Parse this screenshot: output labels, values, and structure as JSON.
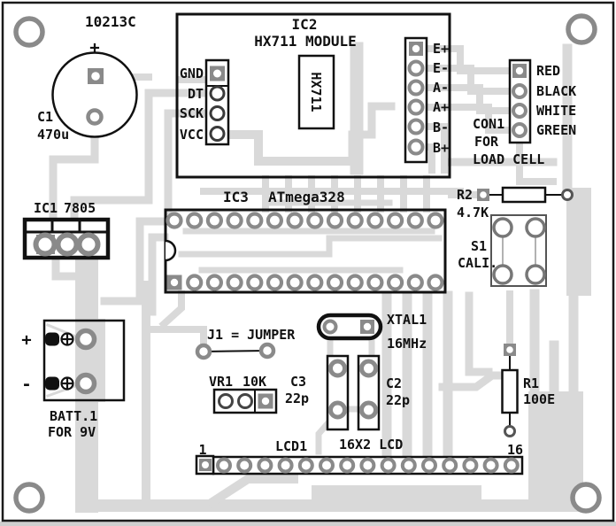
{
  "board": {
    "code": "10213C",
    "colors": {
      "trace": "#d9d9d9",
      "pad": "#8a8a8a",
      "outline": "#111111",
      "background": "#ffffff"
    }
  },
  "c1": {
    "ref": "C1",
    "value": "470u",
    "polarity_mark": "+"
  },
  "ic2": {
    "ref": "IC2",
    "title": "HX711 MODULE",
    "chip_label": "HX711",
    "left_pins": [
      "GND",
      "DT",
      "SCK",
      "VCC"
    ],
    "right_pins": [
      "E+",
      "E-",
      "A-",
      "A+",
      "B-",
      "B+"
    ]
  },
  "con1": {
    "ref": "CON1",
    "purpose_line1": "FOR",
    "purpose_line2": "LOAD CELL",
    "wire_labels": [
      "RED",
      "BLACK",
      "WHITE",
      "GREEN"
    ]
  },
  "ic3": {
    "ref": "IC3",
    "part": "ATmega328"
  },
  "ic1": {
    "ref": "IC1",
    "part": "7805"
  },
  "r2": {
    "ref": "R2",
    "value": "4.7K"
  },
  "s1": {
    "ref": "S1",
    "function": "CALI."
  },
  "batt1": {
    "ref": "BATT.1",
    "spec": "FOR 9V",
    "plus": "+",
    "minus": "-"
  },
  "j1": {
    "label": "J1 = JUMPER"
  },
  "vr1": {
    "ref": "VR1",
    "value": "10K"
  },
  "xtal1": {
    "ref": "XTAL1",
    "value": "16MHz"
  },
  "c3": {
    "ref": "C3",
    "value": "22p"
  },
  "c2": {
    "ref": "C2",
    "value": "22p"
  },
  "r1": {
    "ref": "R1",
    "value": "100E"
  },
  "lcd1": {
    "ref": "LCD1",
    "type": "16X2 LCD",
    "first_pin": "1",
    "last_pin": "16"
  }
}
